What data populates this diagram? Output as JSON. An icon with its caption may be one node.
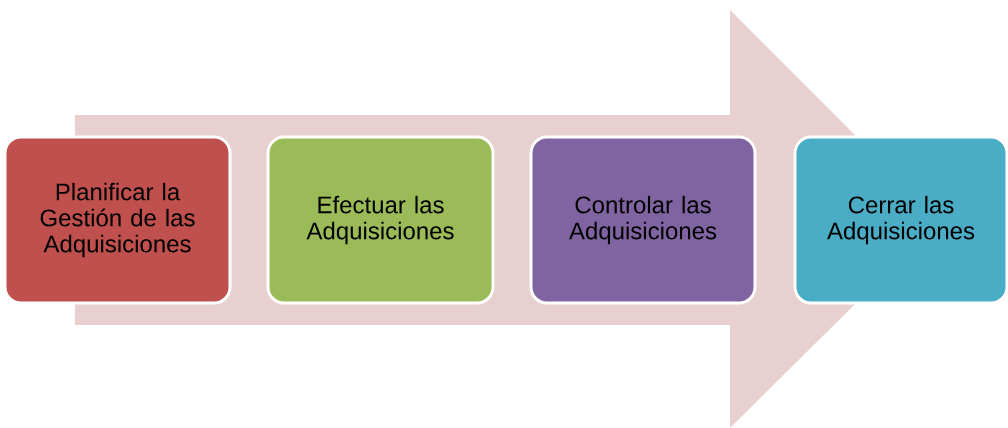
{
  "diagram": {
    "nodes": [
      {
        "text": [
          "Planificar la Gestión de las Adquisiciones"
        ]
      },
      {
        "text": [
          "Efectuar las Adquisiciones"
        ]
      },
      {
        "text": [
          "Controlar las Adquisiciones"
        ]
      },
      {
        "text": [
          "Cerrar las Adquisiciones"
        ]
      }
    ],
    "edges": [
      {
        "from": 0,
        "to": 3,
        "arrow": "to"
      }
    ]
  }
}
